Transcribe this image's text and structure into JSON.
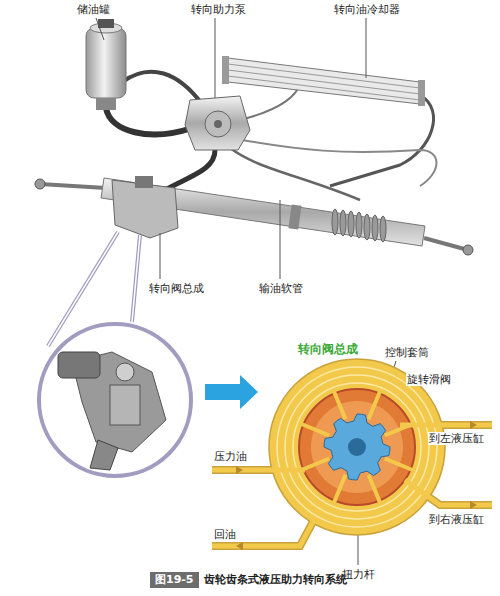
{
  "diagram": {
    "caption": "齿轮齿条式液压助力转向系统",
    "nodes": [
      {
        "text": [
          "图19-5"
        ]
      }
    ],
    "labels": [
      "储油罐",
      "转向助力泵",
      "转向油冷却器",
      "转向阀总成",
      "输油软管",
      "转向阀总成",
      "控制套筒",
      "旋转滑阀",
      "到左液压缸",
      "压力油",
      "到右液压缸",
      "回油",
      "扭力杆"
    ]
  }
}
